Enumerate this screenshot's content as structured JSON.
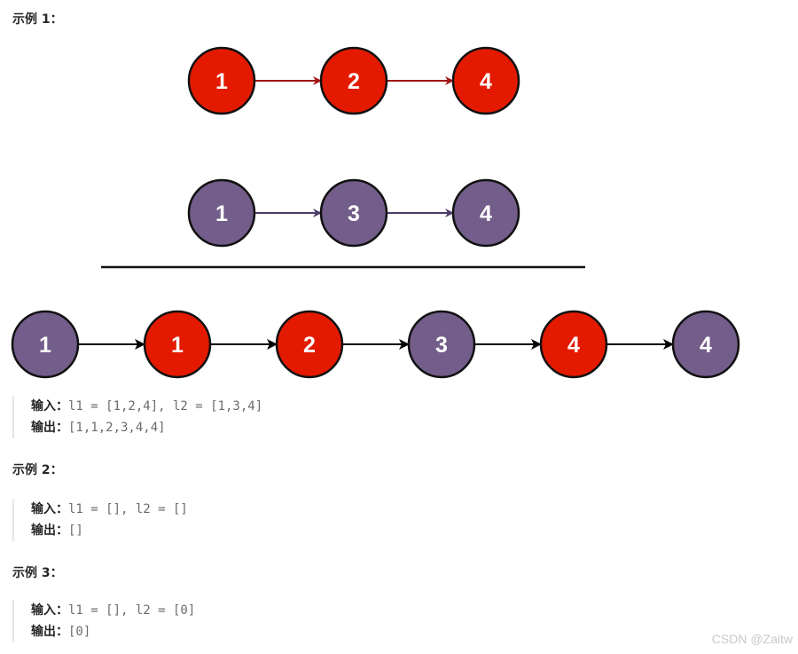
{
  "colors": {
    "red": "#e31a00",
    "purple": "#735d8a",
    "red_arrow": "#a31515",
    "purple_arrow": "#4e3c68"
  },
  "examples": [
    {
      "heading": "示例 1：",
      "input_label": "输入：",
      "input": "l1 = [1,2,4], l2 = [1,3,4]",
      "output_label": "输出：",
      "output": "[1,1,2,3,4,4]"
    },
    {
      "heading": "示例 2：",
      "input_label": "输入：",
      "input": "l1 = [], l2 = []",
      "output_label": "输出：",
      "output": "[]"
    },
    {
      "heading": "示例 3：",
      "input_label": "输入：",
      "input": "l1 = [], l2 = [0]",
      "output_label": "输出：",
      "output": "[0]"
    }
  ],
  "diagram": {
    "list1": [
      {
        "v": "1",
        "c": "red"
      },
      {
        "v": "2",
        "c": "red"
      },
      {
        "v": "4",
        "c": "red"
      }
    ],
    "list2": [
      {
        "v": "1",
        "c": "purple"
      },
      {
        "v": "3",
        "c": "purple"
      },
      {
        "v": "4",
        "c": "purple"
      }
    ],
    "merged": [
      {
        "v": "1",
        "c": "purple"
      },
      {
        "v": "1",
        "c": "red"
      },
      {
        "v": "2",
        "c": "red"
      },
      {
        "v": "3",
        "c": "purple"
      },
      {
        "v": "4",
        "c": "red"
      },
      {
        "v": "4",
        "c": "purple"
      }
    ]
  },
  "watermark": "CSDN @Zaitw"
}
